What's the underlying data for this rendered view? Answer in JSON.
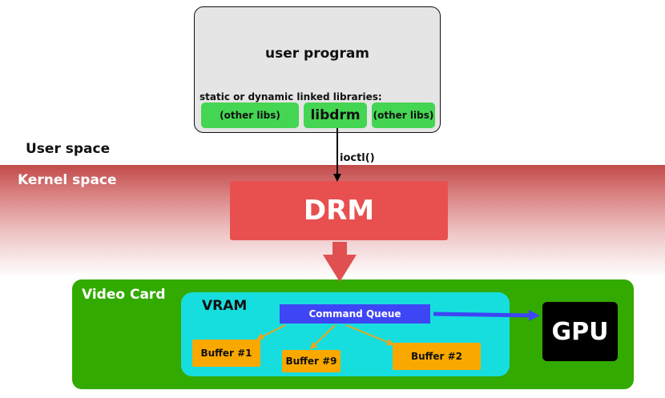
{
  "regions": {
    "user_space": "User space",
    "kernel_space": "Kernel space"
  },
  "user_program": {
    "title": "user program",
    "libraries_caption": "static or dynamic linked libraries:",
    "libraries": [
      "(other libs)",
      "libdrm",
      "(other libs)"
    ]
  },
  "call": {
    "label": "ioctl()"
  },
  "drm": {
    "label": "DRM"
  },
  "video_card": {
    "label": "Video Card",
    "vram": {
      "label": "VRAM",
      "command_queue": "Command Queue",
      "buffers": [
        "Buffer #1",
        "Buffer #9",
        "Buffer #2"
      ]
    },
    "gpu": "GPU"
  },
  "colors": {
    "user_program_bg": "#e5e5e5",
    "library": "#44d552",
    "kernel_band": "#c24a4a",
    "drm": "#e85050",
    "video_card": "#33aa00",
    "vram": "#17dede",
    "command_queue": "#3e45f5",
    "buffer": "#f9a800",
    "buffer_arrow": "#e8a81c",
    "gpu": "#000000"
  }
}
